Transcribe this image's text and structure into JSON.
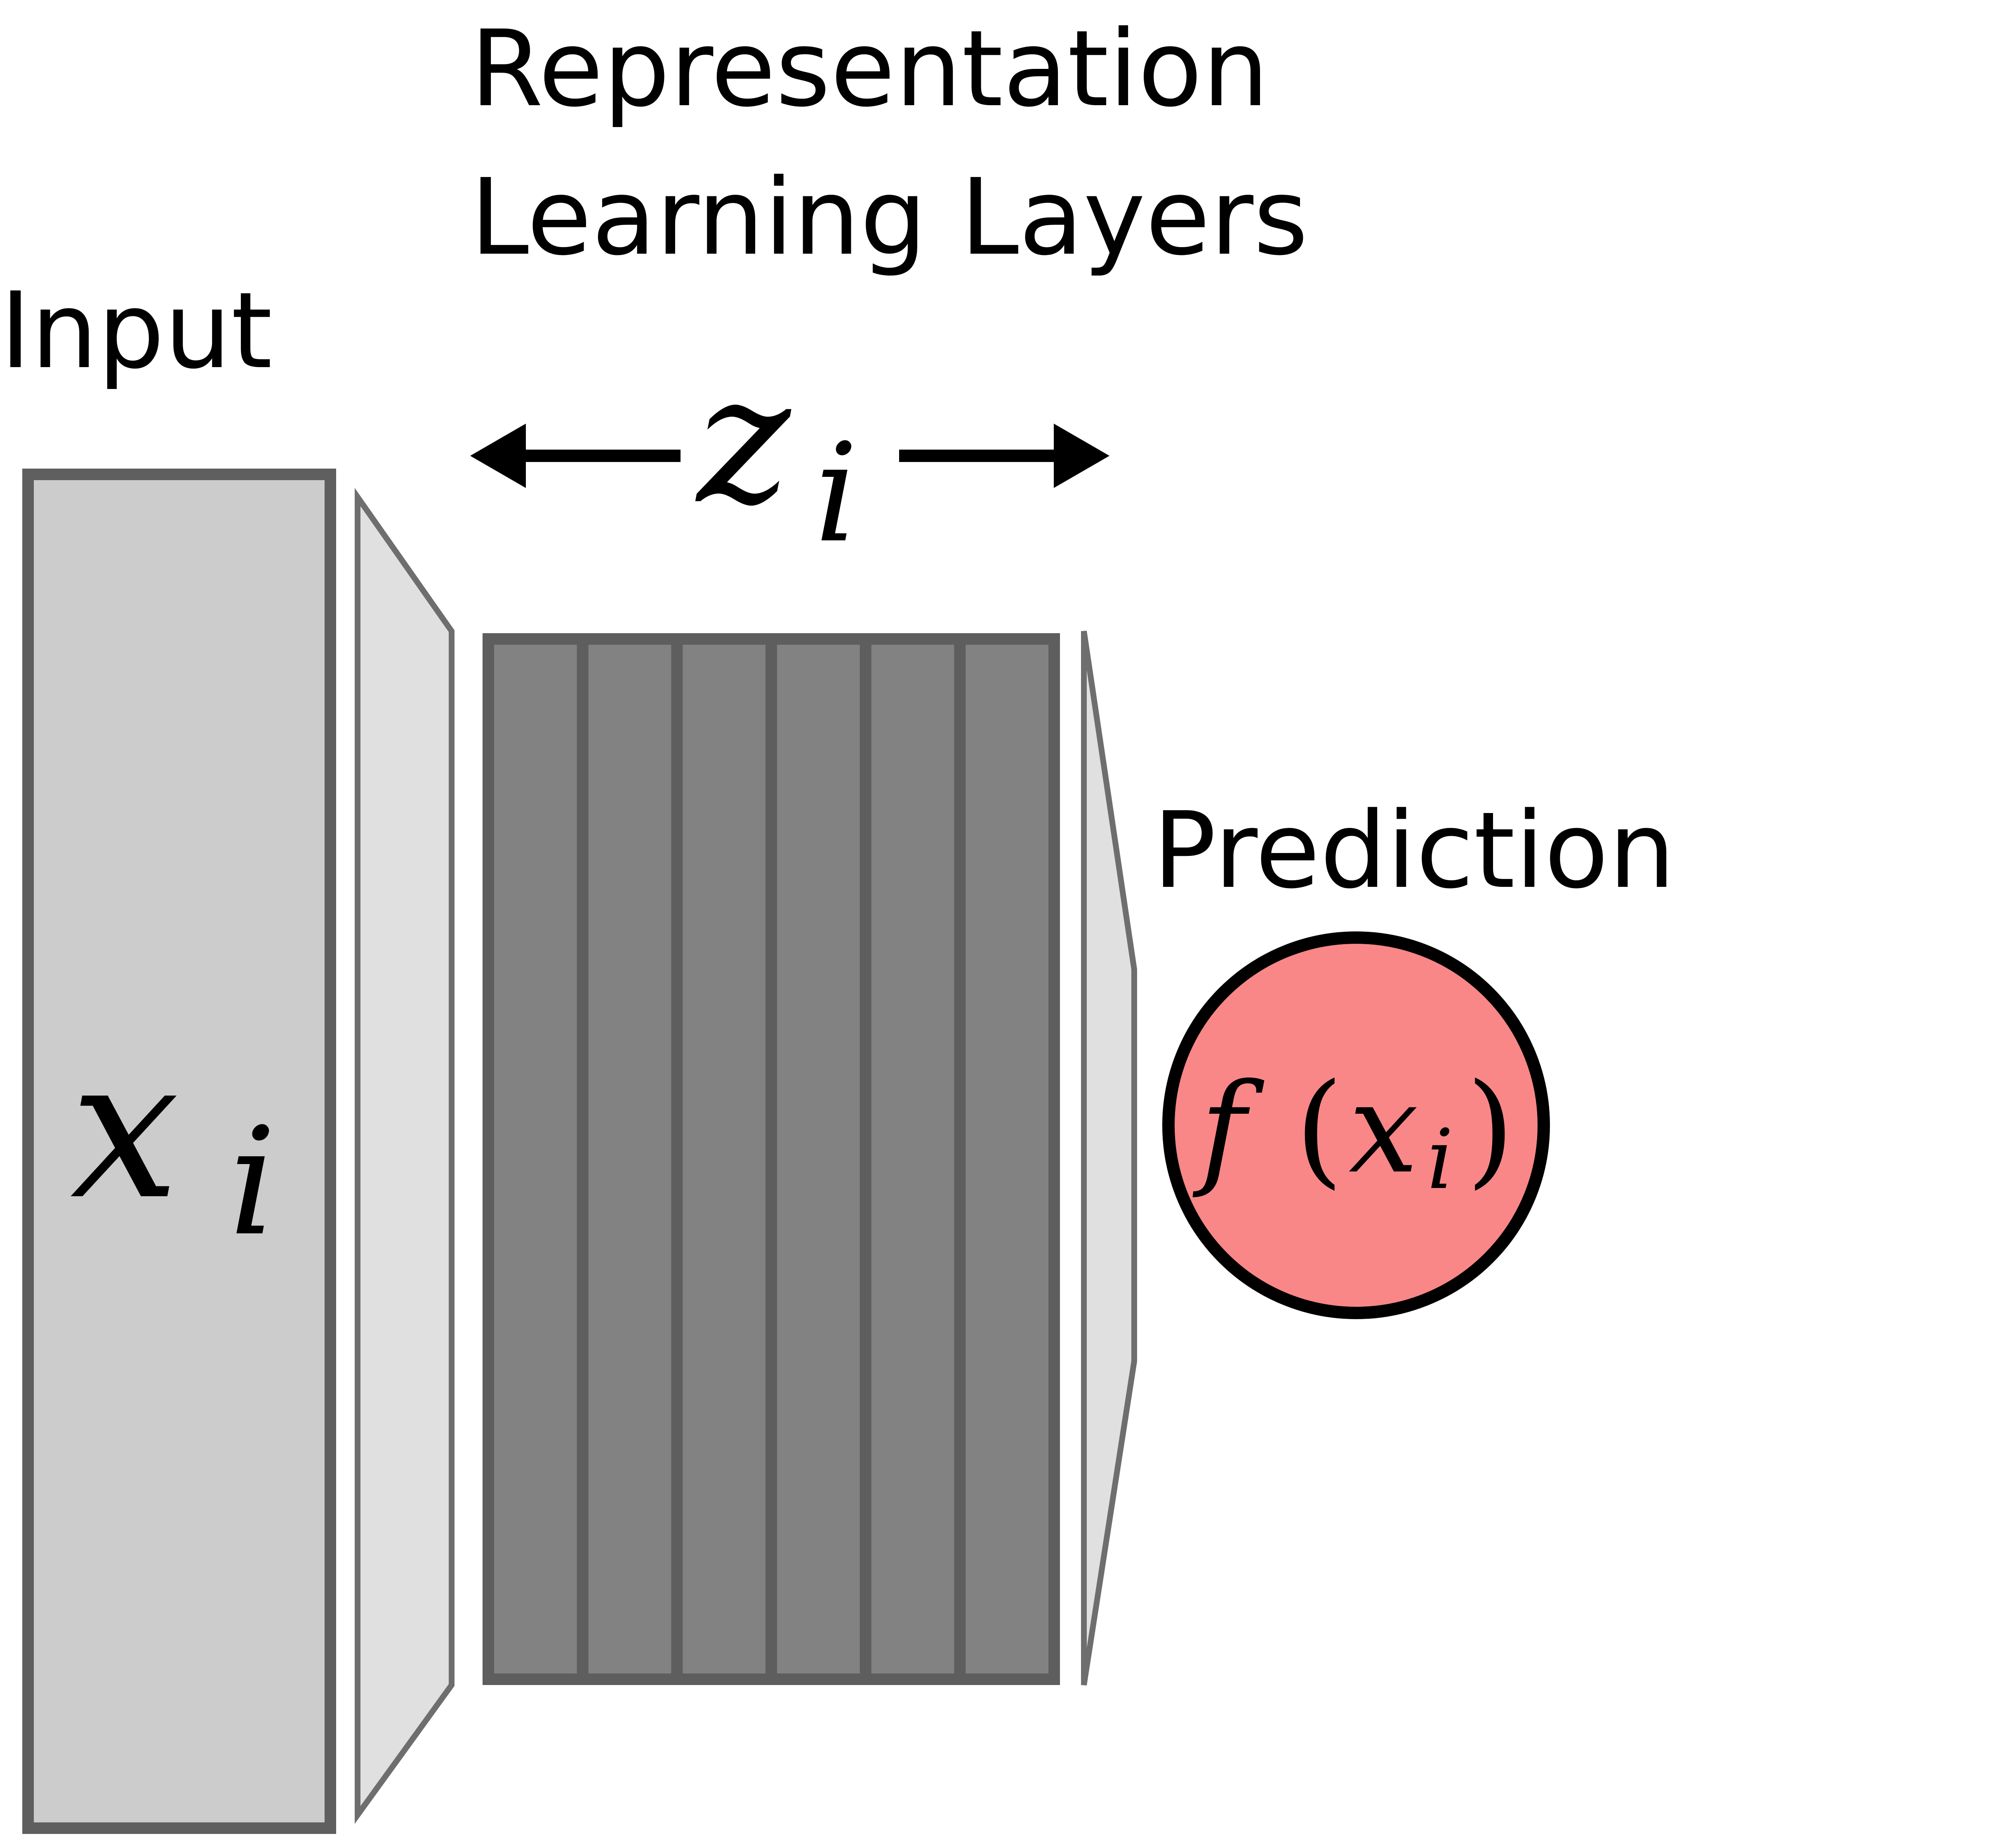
{
  "labels": {
    "representation_line1": "Representation",
    "representation_line2": "Learning Layers",
    "input": "Input",
    "prediction": "Prediction"
  },
  "math": {
    "input_var": "x",
    "input_sub": "i",
    "latent_var": "z",
    "latent_sub": "i",
    "pred_func": "f",
    "pred_open": "(",
    "pred_var": "x",
    "pred_sub": "i",
    "pred_close": ")"
  },
  "layers": {
    "count": 6
  },
  "colors": {
    "input_fill": "#cccccc",
    "input_stroke": "#5f5f5f",
    "connector_fill": "#e0e0e0",
    "connector_stroke": "#6e6e6e",
    "layer_fill": "#828282",
    "layer_stroke": "#5e5e5e",
    "prediction_fill": "#f98787",
    "prediction_stroke": "#000000"
  }
}
